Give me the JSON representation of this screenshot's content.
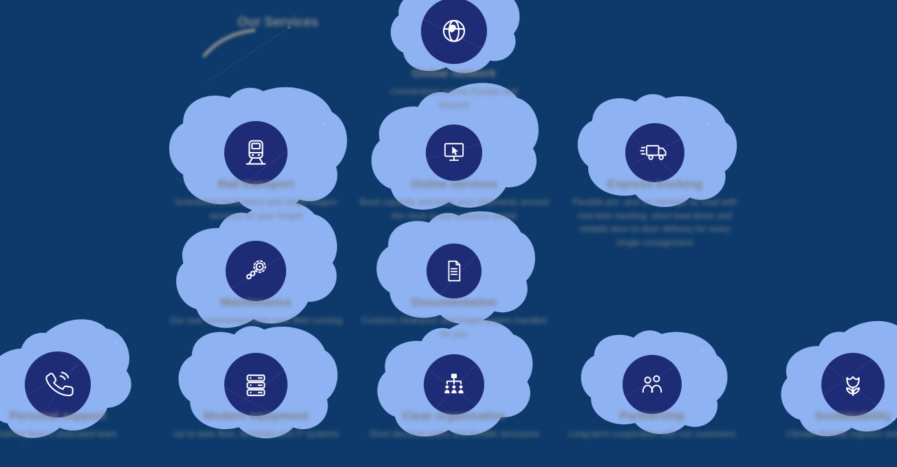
{
  "palette": {
    "background": "#0d3a6b",
    "blob_accent": "#8eb2f2",
    "circle": "#1e2b76",
    "icon": "#ffffff",
    "text_gray": "#818181"
  },
  "heading": {
    "label": "Our Services"
  },
  "services": [
    {
      "icon": "globe-icon",
      "title": "Global network",
      "desc": "Connections across Europe and beyond"
    },
    {
      "icon": "train-icon",
      "title": "Rail transport",
      "desc": "Scheduled block trains and single wagon services for your freight"
    },
    {
      "icon": "monitor-cursor-icon",
      "title": "Online services",
      "desc": "Book capacity and track your shipments around the clock in our customer portal"
    },
    {
      "icon": "truck-icon",
      "title": "Express trucking",
      "desc": "Flexible pre- and on-carriage by road with real-time tracking, short lead times and reliable door-to-door delivery for every single consignment"
    },
    {
      "icon": "gears-chain-icon",
      "title": "Maintenance",
      "desc": "Our own workshops keep your fleet running"
    },
    {
      "icon": "document-icon",
      "title": "Documentation",
      "desc": "Customs clearance and freight papers handled for you"
    },
    {
      "icon": "phone-icon",
      "title": "Personal support",
      "desc": "Advice from a dedicated team"
    },
    {
      "icon": "server-icon",
      "title": "Modern equipment",
      "desc": "Up-to-date fleet, terminals and IT systems"
    },
    {
      "icon": "org-chart-icon",
      "title": "Clear organisation",
      "desc": "Short decision paths and flexible structures"
    },
    {
      "icon": "people-icon",
      "title": "Partnership",
      "desc": "Long-term cooperation with our customers"
    },
    {
      "icon": "flower-icon",
      "title": "Sustainability",
      "desc": "Climate-friendly logistics solutions"
    }
  ]
}
